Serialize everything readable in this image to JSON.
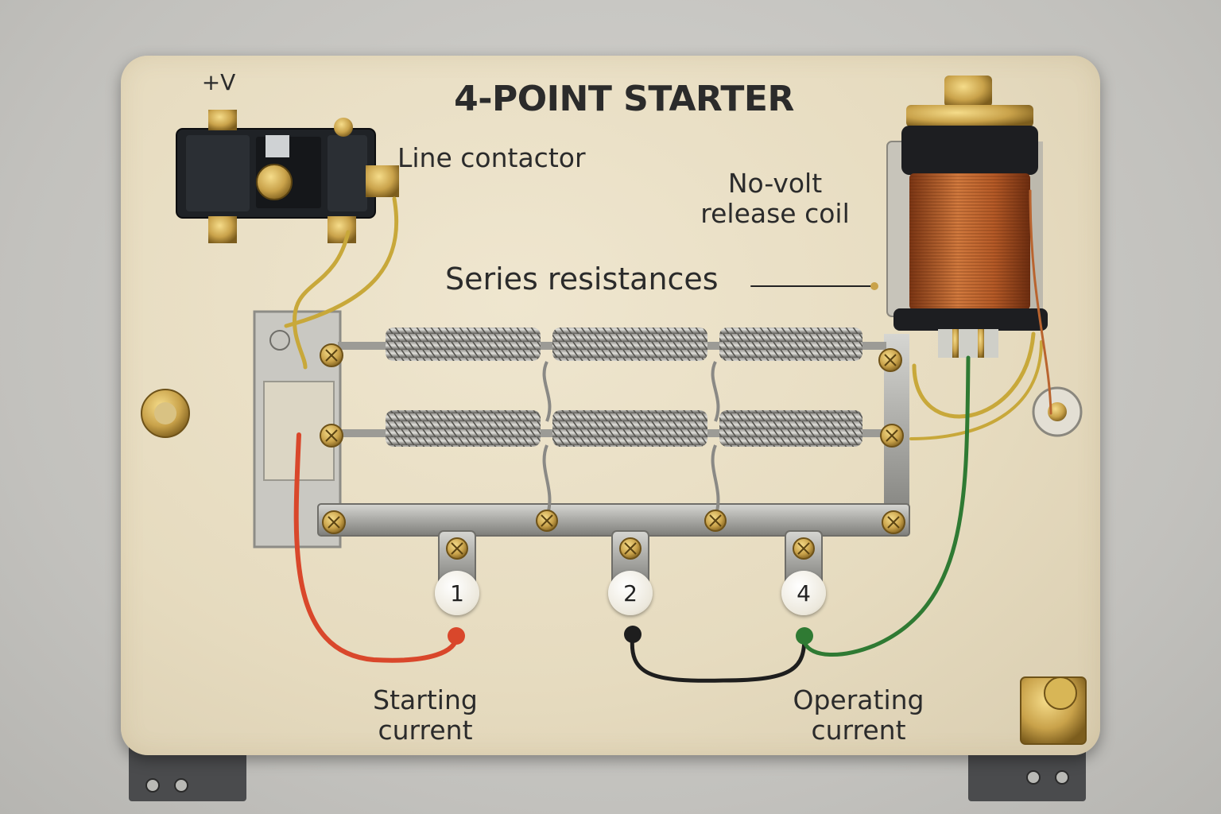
{
  "title": "4-POINT STARTER",
  "labels": {
    "supply": "+V",
    "line_contactor": "Line contactor",
    "no_volt_line1": "No-volt",
    "no_volt_line2": "release coil",
    "series_resistances": "Series resistances",
    "starting_line1": "Starting",
    "starting_line2": "current",
    "operating_line1": "Operating",
    "operating_line2": "current"
  },
  "terminals": [
    "1",
    "2",
    "4"
  ],
  "colors": {
    "panel": "#e6dbbf",
    "wire_yellow": "#c8a83a",
    "wire_red": "#d9472b",
    "wire_green": "#2f7a33",
    "wire_black": "#1e1e1e",
    "copper": "#b9642f",
    "brass": "#c9a24a"
  },
  "icons": [
    "screw-icon",
    "resistor-coil-icon",
    "solenoid-coil-icon",
    "contactor-icon",
    "mounting-bolt-icon"
  ]
}
